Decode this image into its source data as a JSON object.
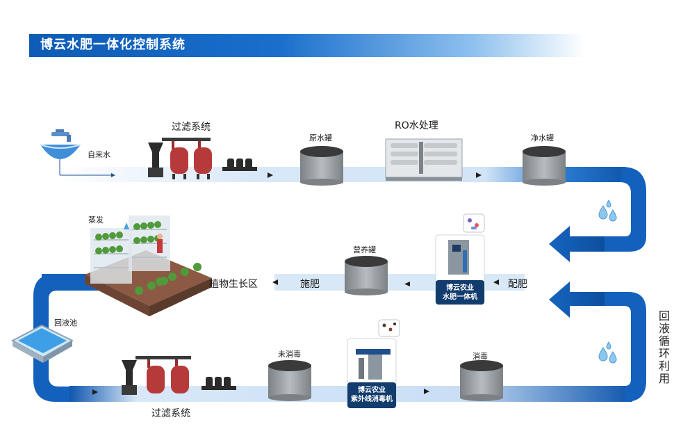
{
  "title": "博云水肥一体化控制系统",
  "labels": {
    "tap_water": "自来水",
    "filter_top": "过滤系统",
    "raw_tank": "原水罐",
    "ro": "RO水处理",
    "clean_tank": "净水罐",
    "evaporation": "蒸发",
    "nutrient_tank": "营养罐",
    "plant_zone": "植物生长区",
    "fertilize": "施肥",
    "mix": "配肥",
    "machine_line1": "博云农业",
    "machine_line2": "水肥一体机",
    "return_pool": "回液池",
    "recycle": "回液循环利用",
    "undisinfected": "未消毒",
    "disinfected": "消毒",
    "uv_line1": "博云农业",
    "uv_line2": "紫外线消毒机",
    "filter_bottom": "过滤系统"
  },
  "colors": {
    "pipe_dark": "#1664c0",
    "pipe_light": "#d6e8f8",
    "tank_top": "#3a3a3a",
    "tank_body": "#9ea3a8",
    "box_dark": "#123c6e",
    "filter_red": "#b73a3a"
  }
}
